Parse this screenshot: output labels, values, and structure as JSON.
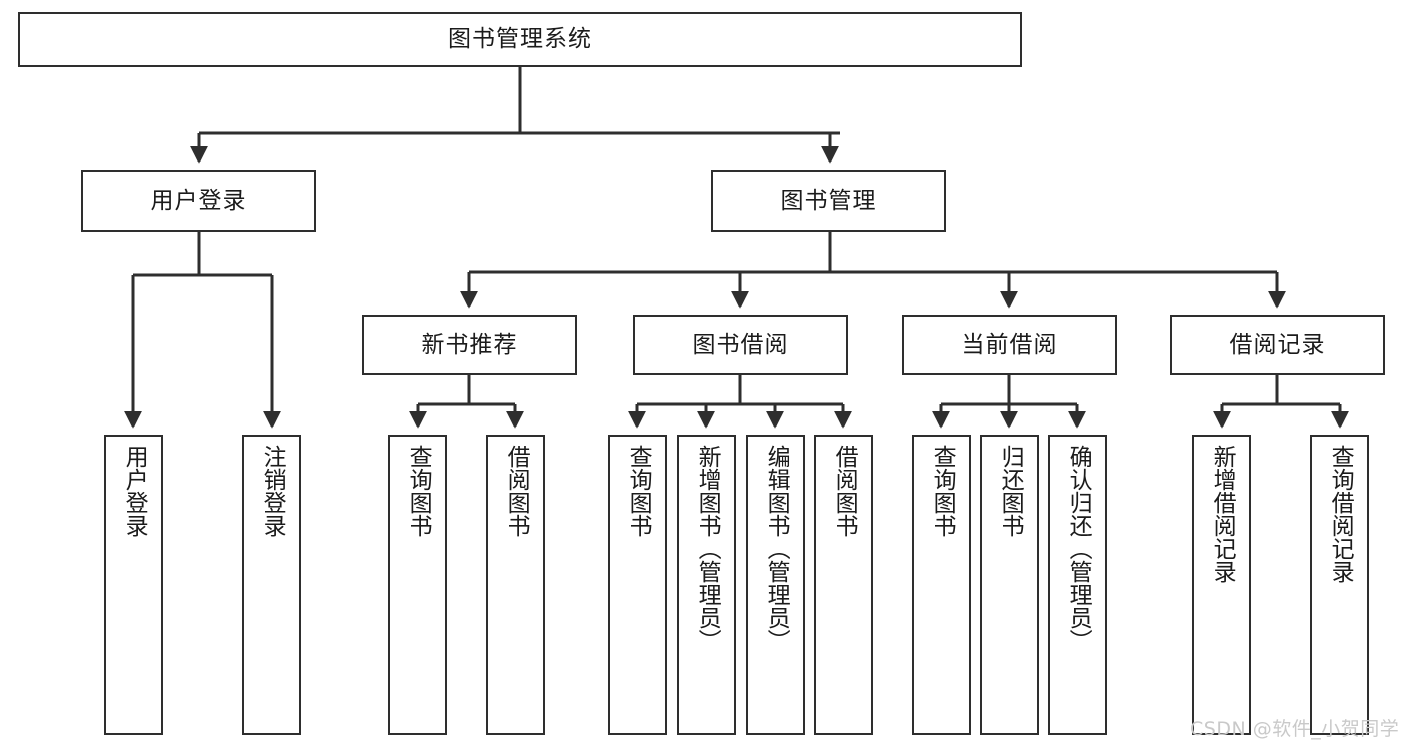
{
  "diagram": {
    "title": "图书管理系统",
    "type": "功能结构图",
    "line_color": "#2e2e2e",
    "box_fill": "#ffffff",
    "text_color": "#1b1b1b",
    "watermark": "CSDN @软件_小贺同学",
    "levels": {
      "root": {
        "label": "图书管理系统"
      },
      "level2": [
        {
          "label": "用户登录"
        },
        {
          "label": "图书管理"
        }
      ],
      "level3": [
        {
          "label": "新书推荐"
        },
        {
          "label": "图书借阅"
        },
        {
          "label": "当前借阅"
        },
        {
          "label": "借阅记录"
        }
      ],
      "leaves": {
        "user_login": [
          {
            "label": "用户登录"
          },
          {
            "label": "注销登录"
          }
        ],
        "new_book": [
          {
            "label": "查询图书"
          },
          {
            "label": "借阅图书"
          }
        ],
        "book_borrow": [
          {
            "label": "查询图书"
          },
          {
            "label": "新增图书（管理员）"
          },
          {
            "label": "编辑图书（管理员）"
          },
          {
            "label": "借阅图书"
          }
        ],
        "current_borrow": [
          {
            "label": "查询图书"
          },
          {
            "label": "归还图书"
          },
          {
            "label": "确认归还（管理员）"
          }
        ],
        "borrow_record": [
          {
            "label": "新增借阅记录"
          },
          {
            "label": "查询借阅记录"
          }
        ]
      }
    }
  }
}
